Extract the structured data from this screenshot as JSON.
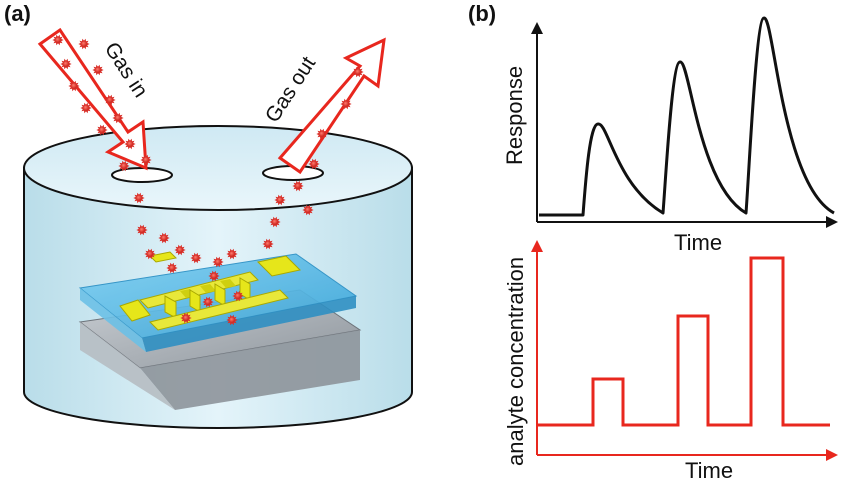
{
  "panels": {
    "a": {
      "label": "(a)"
    },
    "b": {
      "label": "(b)"
    }
  },
  "arrows": {
    "gas_in": "Gas in",
    "gas_out": "Gas out"
  },
  "colors": {
    "arrow_red": "#e8271e",
    "molecule_red": "#d9302a",
    "chamber_fill": "#cfe9f3",
    "substrate_blue": "#4db6e6",
    "electrode_yellow": "#e6e61a",
    "curve_black": "#111111"
  },
  "chart_data": [
    {
      "type": "line",
      "title": "",
      "xlabel": "Time",
      "ylabel": "Response",
      "description_kind": "schematic response curve with three pulses of increasing height",
      "series": [
        {
          "values": [
            0.0,
            1.0,
            0.02,
            1.0,
            0.0,
            2.0,
            0.02,
            1.0,
            0.0,
            3.0,
            0.0
          ]
        }
      ]
    },
    {
      "type": "line",
      "title": "",
      "xlabel": "Time",
      "ylabel": "analyte concentration",
      "description_kind": "step function with three rectangular pulses of increasing height",
      "series": [
        {
          "values": [
            0.0,
            1.0,
            0.0,
            2.3,
            0.0,
            4.0,
            0.0
          ]
        }
      ]
    }
  ]
}
